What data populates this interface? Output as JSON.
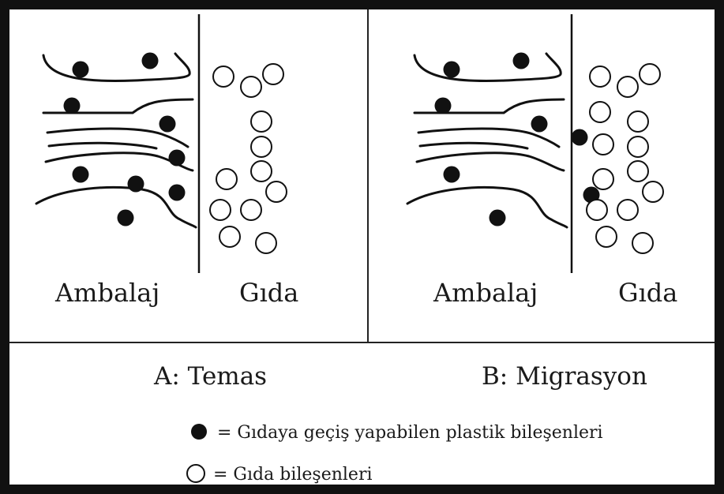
{
  "panel_a": {
    "packaging_label": "Ambalaj",
    "food_label": "Gıda"
  },
  "panel_b": {
    "packaging_label": "Ambalaj",
    "food_label": "Gıda"
  },
  "captions": {
    "a": "A: Temas",
    "b": "B: Migrasyon"
  },
  "legend": {
    "filled_label": "= Gıdaya geçiş yapabilen plastik bileşenleri",
    "open_label": "= Gıda bileşenleri"
  },
  "colors": {
    "ink": "#1a1a1a",
    "background": "#ffffff"
  }
}
